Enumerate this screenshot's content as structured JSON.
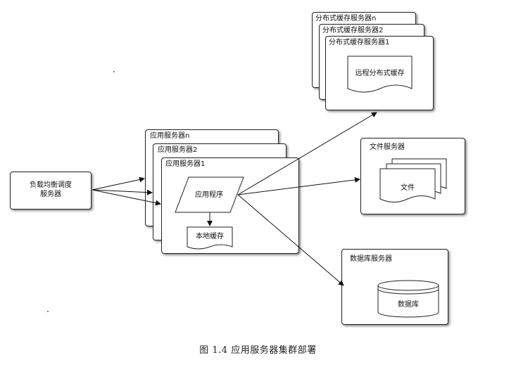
{
  "load_balancer": {
    "label_line1": "负载均衡调度",
    "label_line2": "服务器"
  },
  "app_servers": {
    "back_title": "应用服务器n",
    "middle_title": "应用服务器2",
    "front_title": "应用服务器1",
    "application": "应用程序",
    "local_cache": "本地缓存"
  },
  "cache_servers": {
    "back_title": "分布式缓存服务器n",
    "middle_title": "分布式缓存服务器2",
    "front_title": "分布式缓存服务器1",
    "remote_cache": "远程分布式缓存"
  },
  "file_server": {
    "title": "文件服务器",
    "file": "文件"
  },
  "db_server": {
    "title": "数据库服务器",
    "database": "数据库"
  },
  "caption": "图 1.4    应用服务器集群部署"
}
